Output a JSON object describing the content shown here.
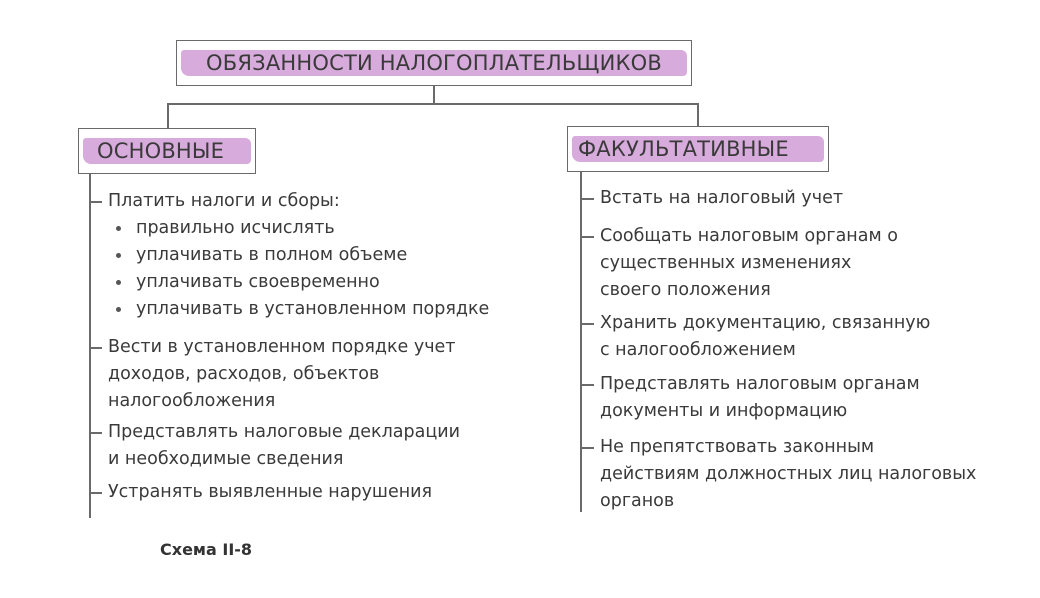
{
  "title": "ОБЯЗАННОСТИ НАЛОГОПЛАТЕЛЬЩИКОВ",
  "basic": {
    "header": "ОСНОВНЫЕ",
    "items": [
      {
        "lines": [
          "Платить налоги и сборы:"
        ],
        "bullets": [
          "правильно исчислять",
          "уплачивать в полном объеме",
          "уплачивать своевременно",
          "уплачивать в установленном порядке"
        ]
      },
      {
        "lines": [
          "Вести в установленном порядке учет",
          "доходов, расходов, объектов",
          "налогообложения"
        ]
      },
      {
        "lines": [
          "Представлять налоговые декларации",
          "и необходимые сведения"
        ]
      },
      {
        "lines": [
          "Устранять выявленные нарушения"
        ]
      }
    ]
  },
  "optional": {
    "header": "ФАКУЛЬТАТИВНЫЕ",
    "items": [
      {
        "lines": [
          "Встать на налоговый учет"
        ]
      },
      {
        "lines": [
          "Сообщать налоговым органам о",
          "существенных изменениях",
          "своего положения"
        ]
      },
      {
        "lines": [
          "Хранить документацию, связанную",
          "с налогообложением"
        ]
      },
      {
        "lines": [
          "Представлять налоговым органам",
          "документы и информацию"
        ]
      },
      {
        "lines": [
          "Не препятствовать законным",
          "действиям должностных лиц налоговых",
          "органов"
        ]
      }
    ]
  },
  "caption": "Схема II-8",
  "colors": {
    "highlight": "#c98fcf",
    "line": "#6a6a6a",
    "text": "#3a3a3a"
  }
}
